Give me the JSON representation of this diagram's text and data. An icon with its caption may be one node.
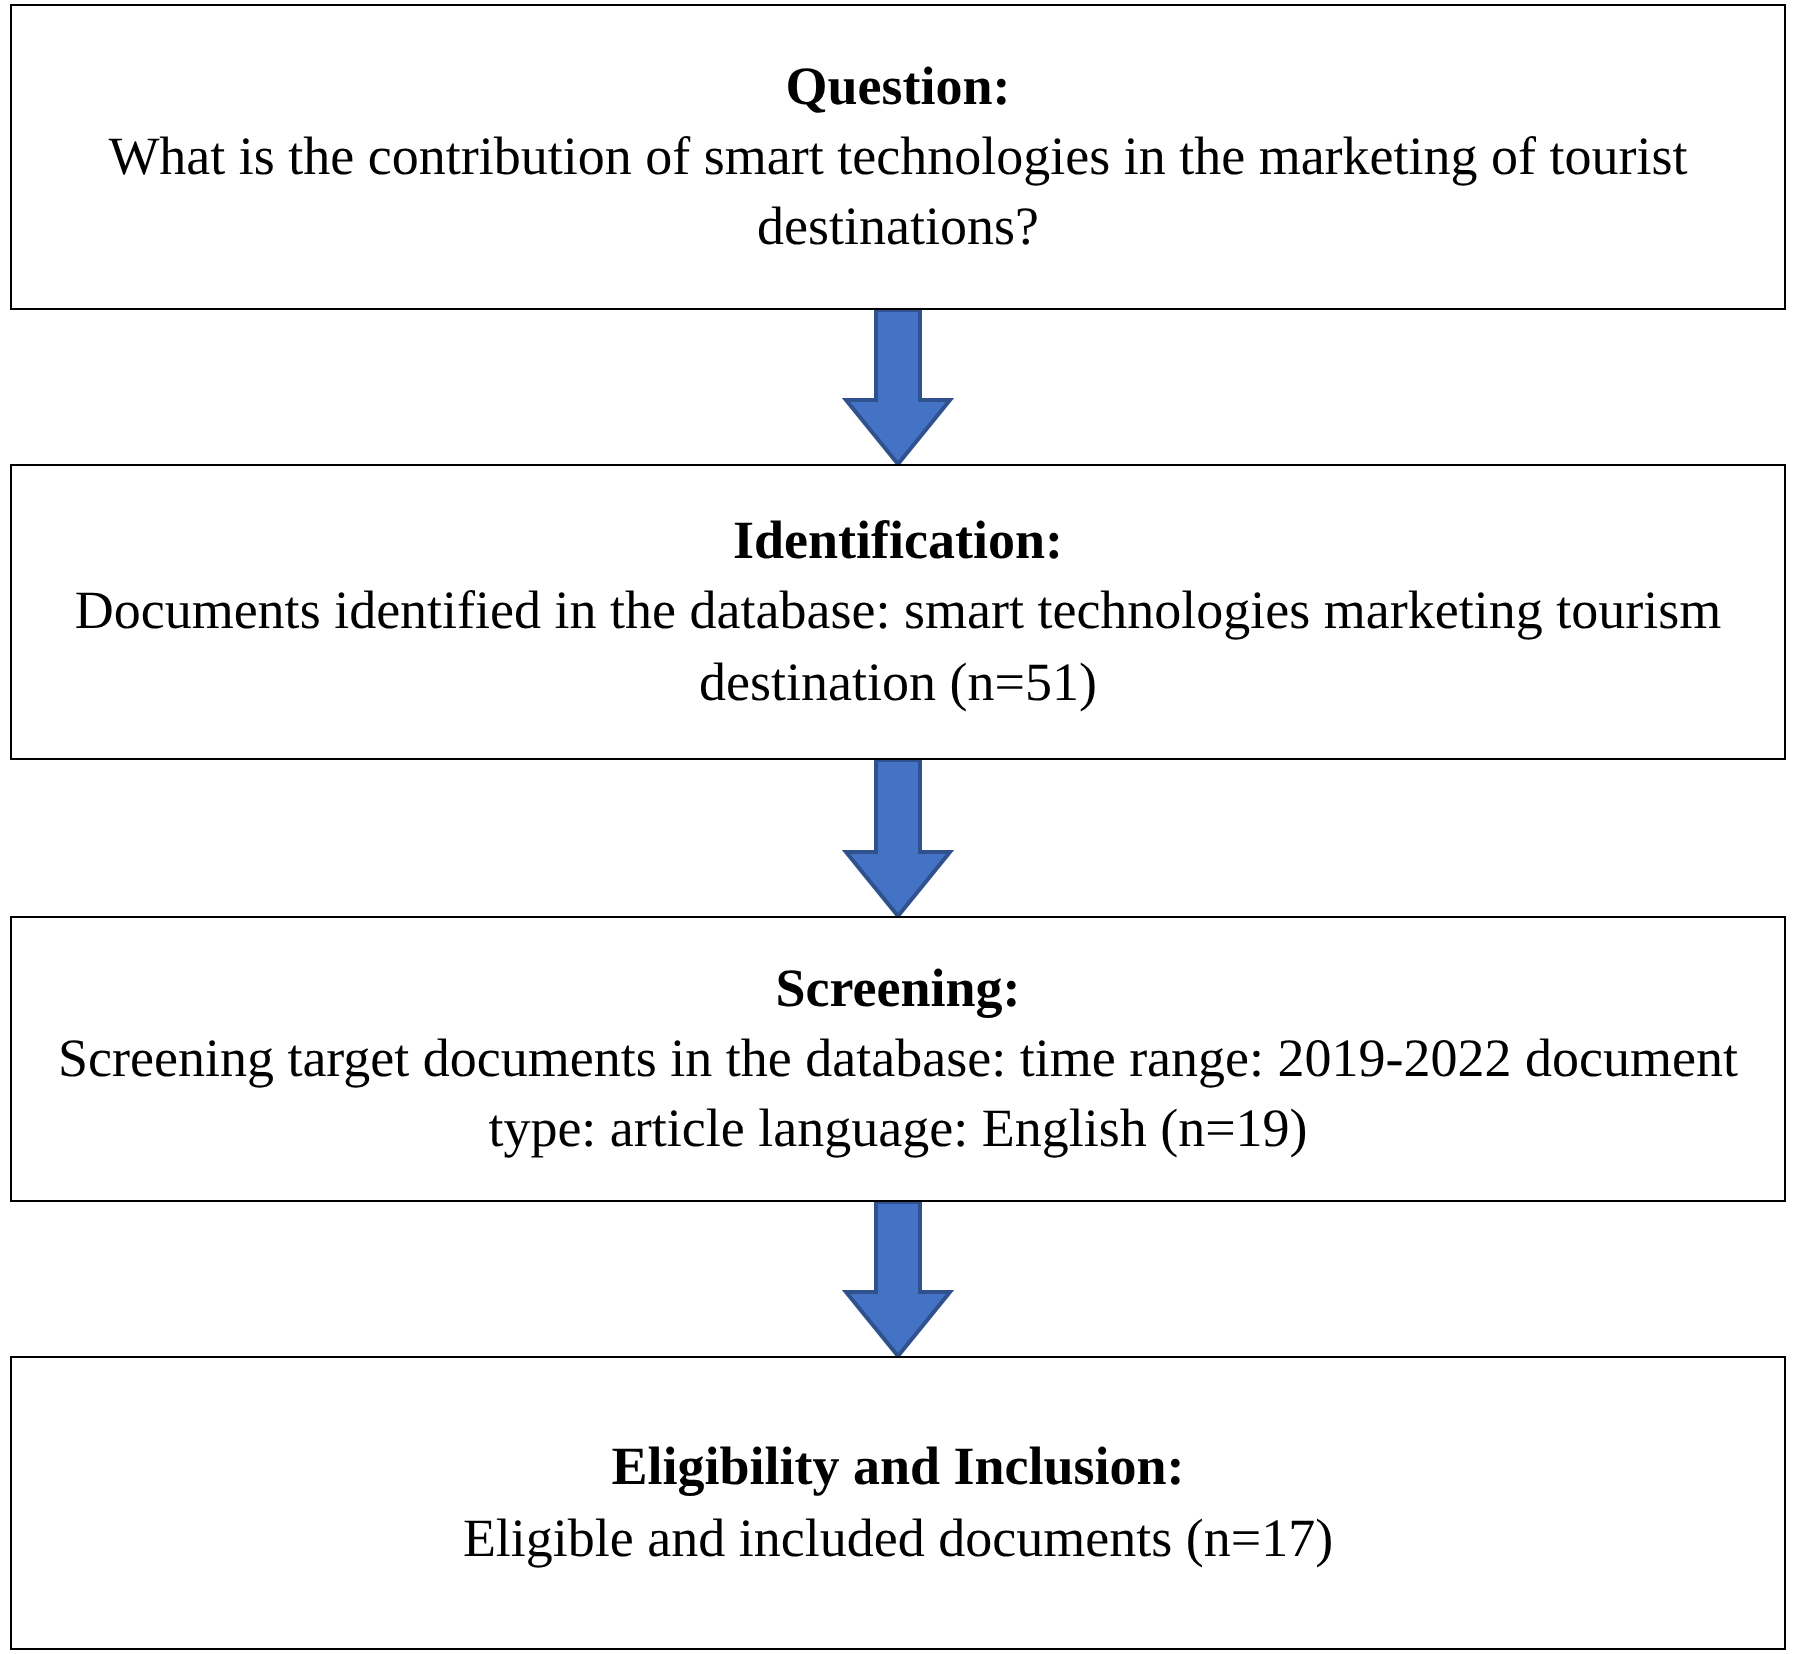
{
  "diagram": {
    "nodes": [
      {
        "text": [
          "Question:",
          "What is the contribution of smart technologies in the marketing of tourist destinations?"
        ]
      },
      {
        "text": [
          "Identification:",
          "Documents identified in the database: smart technologies marketing tourism destination (n=51)"
        ]
      },
      {
        "text": [
          "Screening:",
          "Screening target documents in the database: time range: 2019-2022 document type: article language: English (n=19)"
        ]
      },
      {
        "text": [
          "Eligibility and Inclusion:",
          "Eligible and included documents (n=17)"
        ]
      }
    ],
    "edges": [
      {
        "from": 0,
        "to": 1,
        "arrow": "to"
      },
      {
        "from": 1,
        "to": 2,
        "arrow": "to"
      },
      {
        "from": 2,
        "to": 3,
        "arrow": "to"
      }
    ]
  }
}
